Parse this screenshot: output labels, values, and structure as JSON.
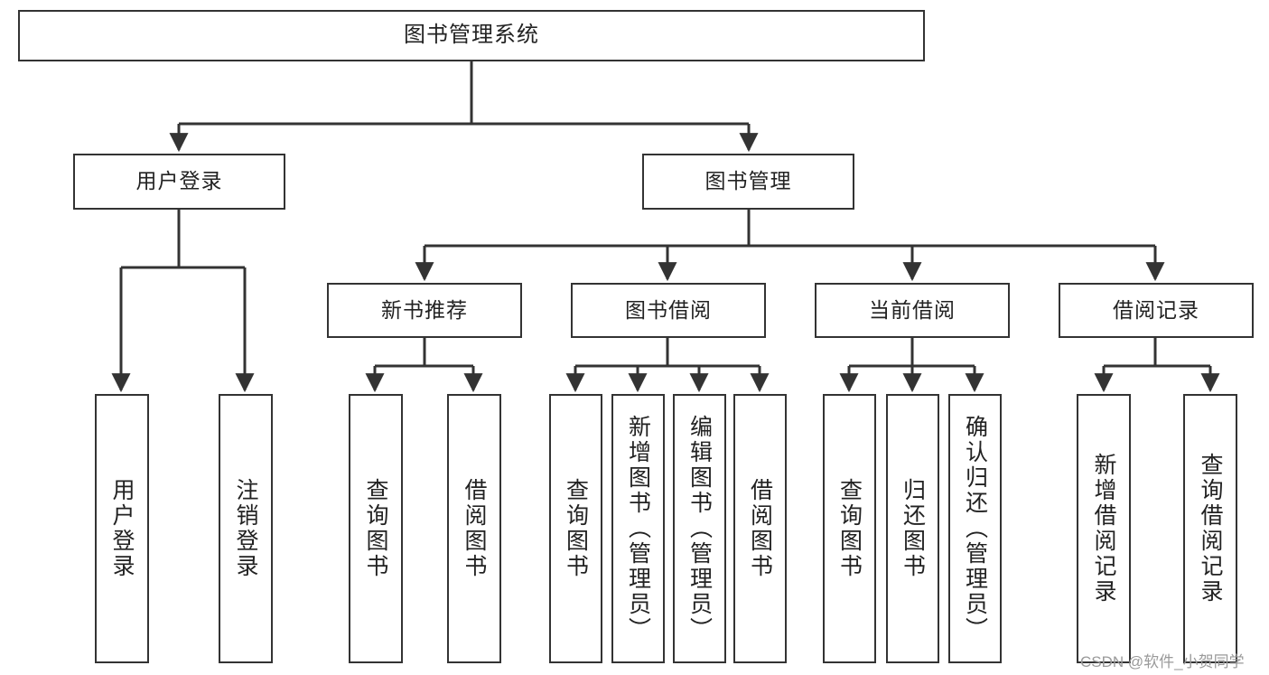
{
  "diagram": {
    "title": "图书管理系统",
    "type": "tree-hierarchy-chart",
    "stroke_color": "#333333",
    "background_color": "#ffffff",
    "watermark": "CSDN @软件_小贺同学"
  },
  "nodes": {
    "root": {
      "label": "图书管理系统"
    },
    "level2": [
      {
        "label": "用户登录"
      },
      {
        "label": "图书管理"
      }
    ],
    "level3": [
      {
        "label": "新书推荐"
      },
      {
        "label": "图书借阅"
      },
      {
        "label": "当前借阅"
      },
      {
        "label": "借阅记录"
      }
    ],
    "leaves": {
      "user_login": [
        {
          "label": "用户登录"
        },
        {
          "label": "注销登录"
        }
      ],
      "new_book_recommend": [
        {
          "label": "查询图书"
        },
        {
          "label": "借阅图书"
        }
      ],
      "book_borrow": [
        {
          "label": "查询图书"
        },
        {
          "label": "新增图书（管理员）"
        },
        {
          "label": "编辑图书（管理员）"
        },
        {
          "label": "借阅图书"
        }
      ],
      "current_borrow": [
        {
          "label": "查询图书"
        },
        {
          "label": "归还图书"
        },
        {
          "label": "确认归还（管理员）"
        }
      ],
      "borrow_record": [
        {
          "label": "新增借阅记录"
        },
        {
          "label": "查询借阅记录"
        }
      ]
    }
  }
}
